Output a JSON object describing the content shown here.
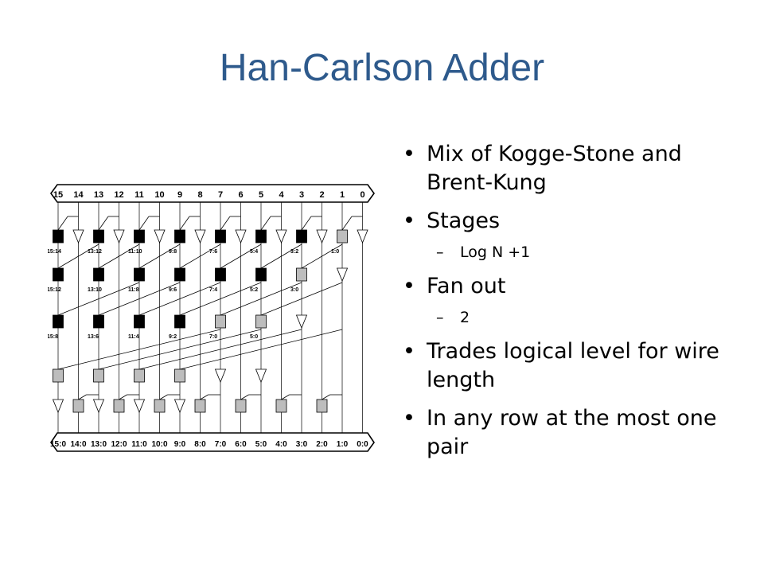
{
  "title": "Han-Carlson Adder",
  "diagram": {
    "top_labels": [
      "15",
      "14",
      "13",
      "12",
      "11",
      "10",
      "9",
      "8",
      "7",
      "6",
      "5",
      "4",
      "3",
      "2",
      "1",
      "0"
    ],
    "bottom_labels": [
      "15:0",
      "14:0",
      "13:0",
      "12:0",
      "11:0",
      "10:0",
      "9:0",
      "8:0",
      "7:0",
      "6:0",
      "5:0",
      "4:0",
      "3:0",
      "2:0",
      "1:0",
      "0:0"
    ],
    "row1_labels": [
      "15:14",
      "13:12",
      "11:10",
      "9:8",
      "7:6",
      "5:4",
      "3:2",
      "1:0"
    ],
    "row2_labels": [
      "15:12",
      "13:10",
      "11:8",
      "9:6",
      "7:4",
      "5:2",
      "3:0"
    ],
    "row3_labels": [
      "15:8",
      "13:6",
      "11:4",
      "9:2",
      "7:0",
      "5:0"
    ]
  },
  "bullets": [
    {
      "text": "Mix of Kogge-Stone and Brent-Kung",
      "sub": []
    },
    {
      "text": "Stages",
      "sub": [
        "Log N +1"
      ]
    },
    {
      "text": "Fan out",
      "sub": [
        "2"
      ]
    },
    {
      "text": "Trades logical level for wire length",
      "sub": []
    },
    {
      "text": "In any row at the most one pair",
      "sub": []
    }
  ]
}
